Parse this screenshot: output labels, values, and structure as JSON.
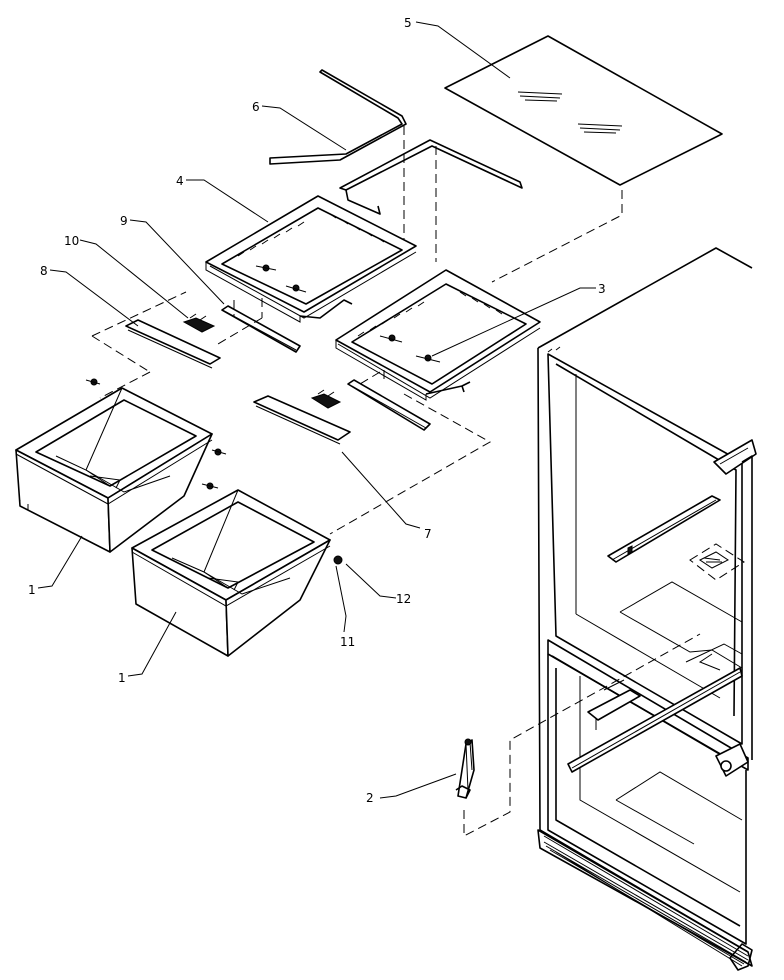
{
  "callouts": [
    {
      "id": "c5",
      "text": "5"
    },
    {
      "id": "c6",
      "text": "6"
    },
    {
      "id": "c4",
      "text": "4"
    },
    {
      "id": "c9",
      "text": "9"
    },
    {
      "id": "c10",
      "text": "10"
    },
    {
      "id": "c8",
      "text": "8"
    },
    {
      "id": "c3",
      "text": "3"
    },
    {
      "id": "c7",
      "text": "7"
    },
    {
      "id": "c1a",
      "text": "1"
    },
    {
      "id": "c1b",
      "text": "1"
    },
    {
      "id": "c11",
      "text": "11"
    },
    {
      "id": "c12",
      "text": "12"
    },
    {
      "id": "c2",
      "text": "2"
    }
  ]
}
